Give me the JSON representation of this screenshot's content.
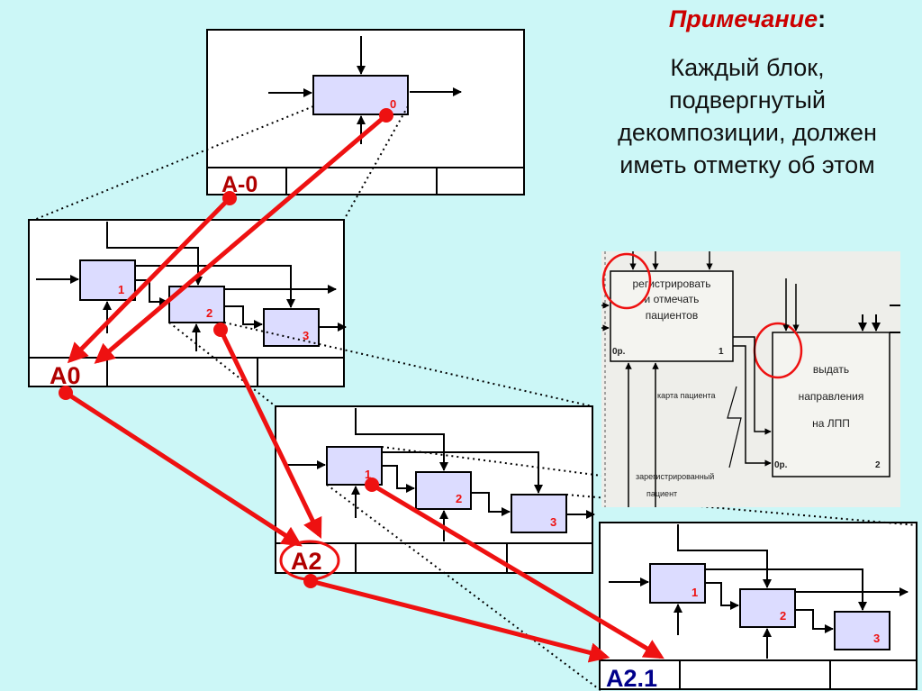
{
  "note": {
    "title": "Примечание",
    "colon": ":",
    "lines": [
      "Каждый блок,",
      "подвергнутый",
      "декомпозиции, должен",
      "иметь отметку об этом"
    ]
  },
  "diagrams": {
    "a_minus_0": {
      "label": "A-0",
      "block_number": "0"
    },
    "a0": {
      "label": "A0",
      "block_numbers": [
        "1",
        "2",
        "3"
      ]
    },
    "a2": {
      "label": "A2",
      "block_numbers": [
        "1",
        "2",
        "3"
      ]
    },
    "a21": {
      "label": "A2.1",
      "block_numbers": [
        "1",
        "2",
        "3"
      ]
    }
  },
  "inset": {
    "block1": {
      "lines": [
        "регистрировать",
        "и отмечать",
        "пациентов"
      ],
      "op": "0р.",
      "num": "1"
    },
    "block2": {
      "lines": [
        "выдать",
        "направления",
        "на ЛПП"
      ],
      "op": "0р.",
      "num": "2"
    },
    "arrow_labels": [
      "карта пациента",
      "зарегистрированный",
      "пациент"
    ]
  },
  "colors": {
    "background": "#ccf7f7",
    "block_fill": "#dcdcff",
    "accent_red": "#ee1111",
    "note_title": "#cc0000"
  }
}
